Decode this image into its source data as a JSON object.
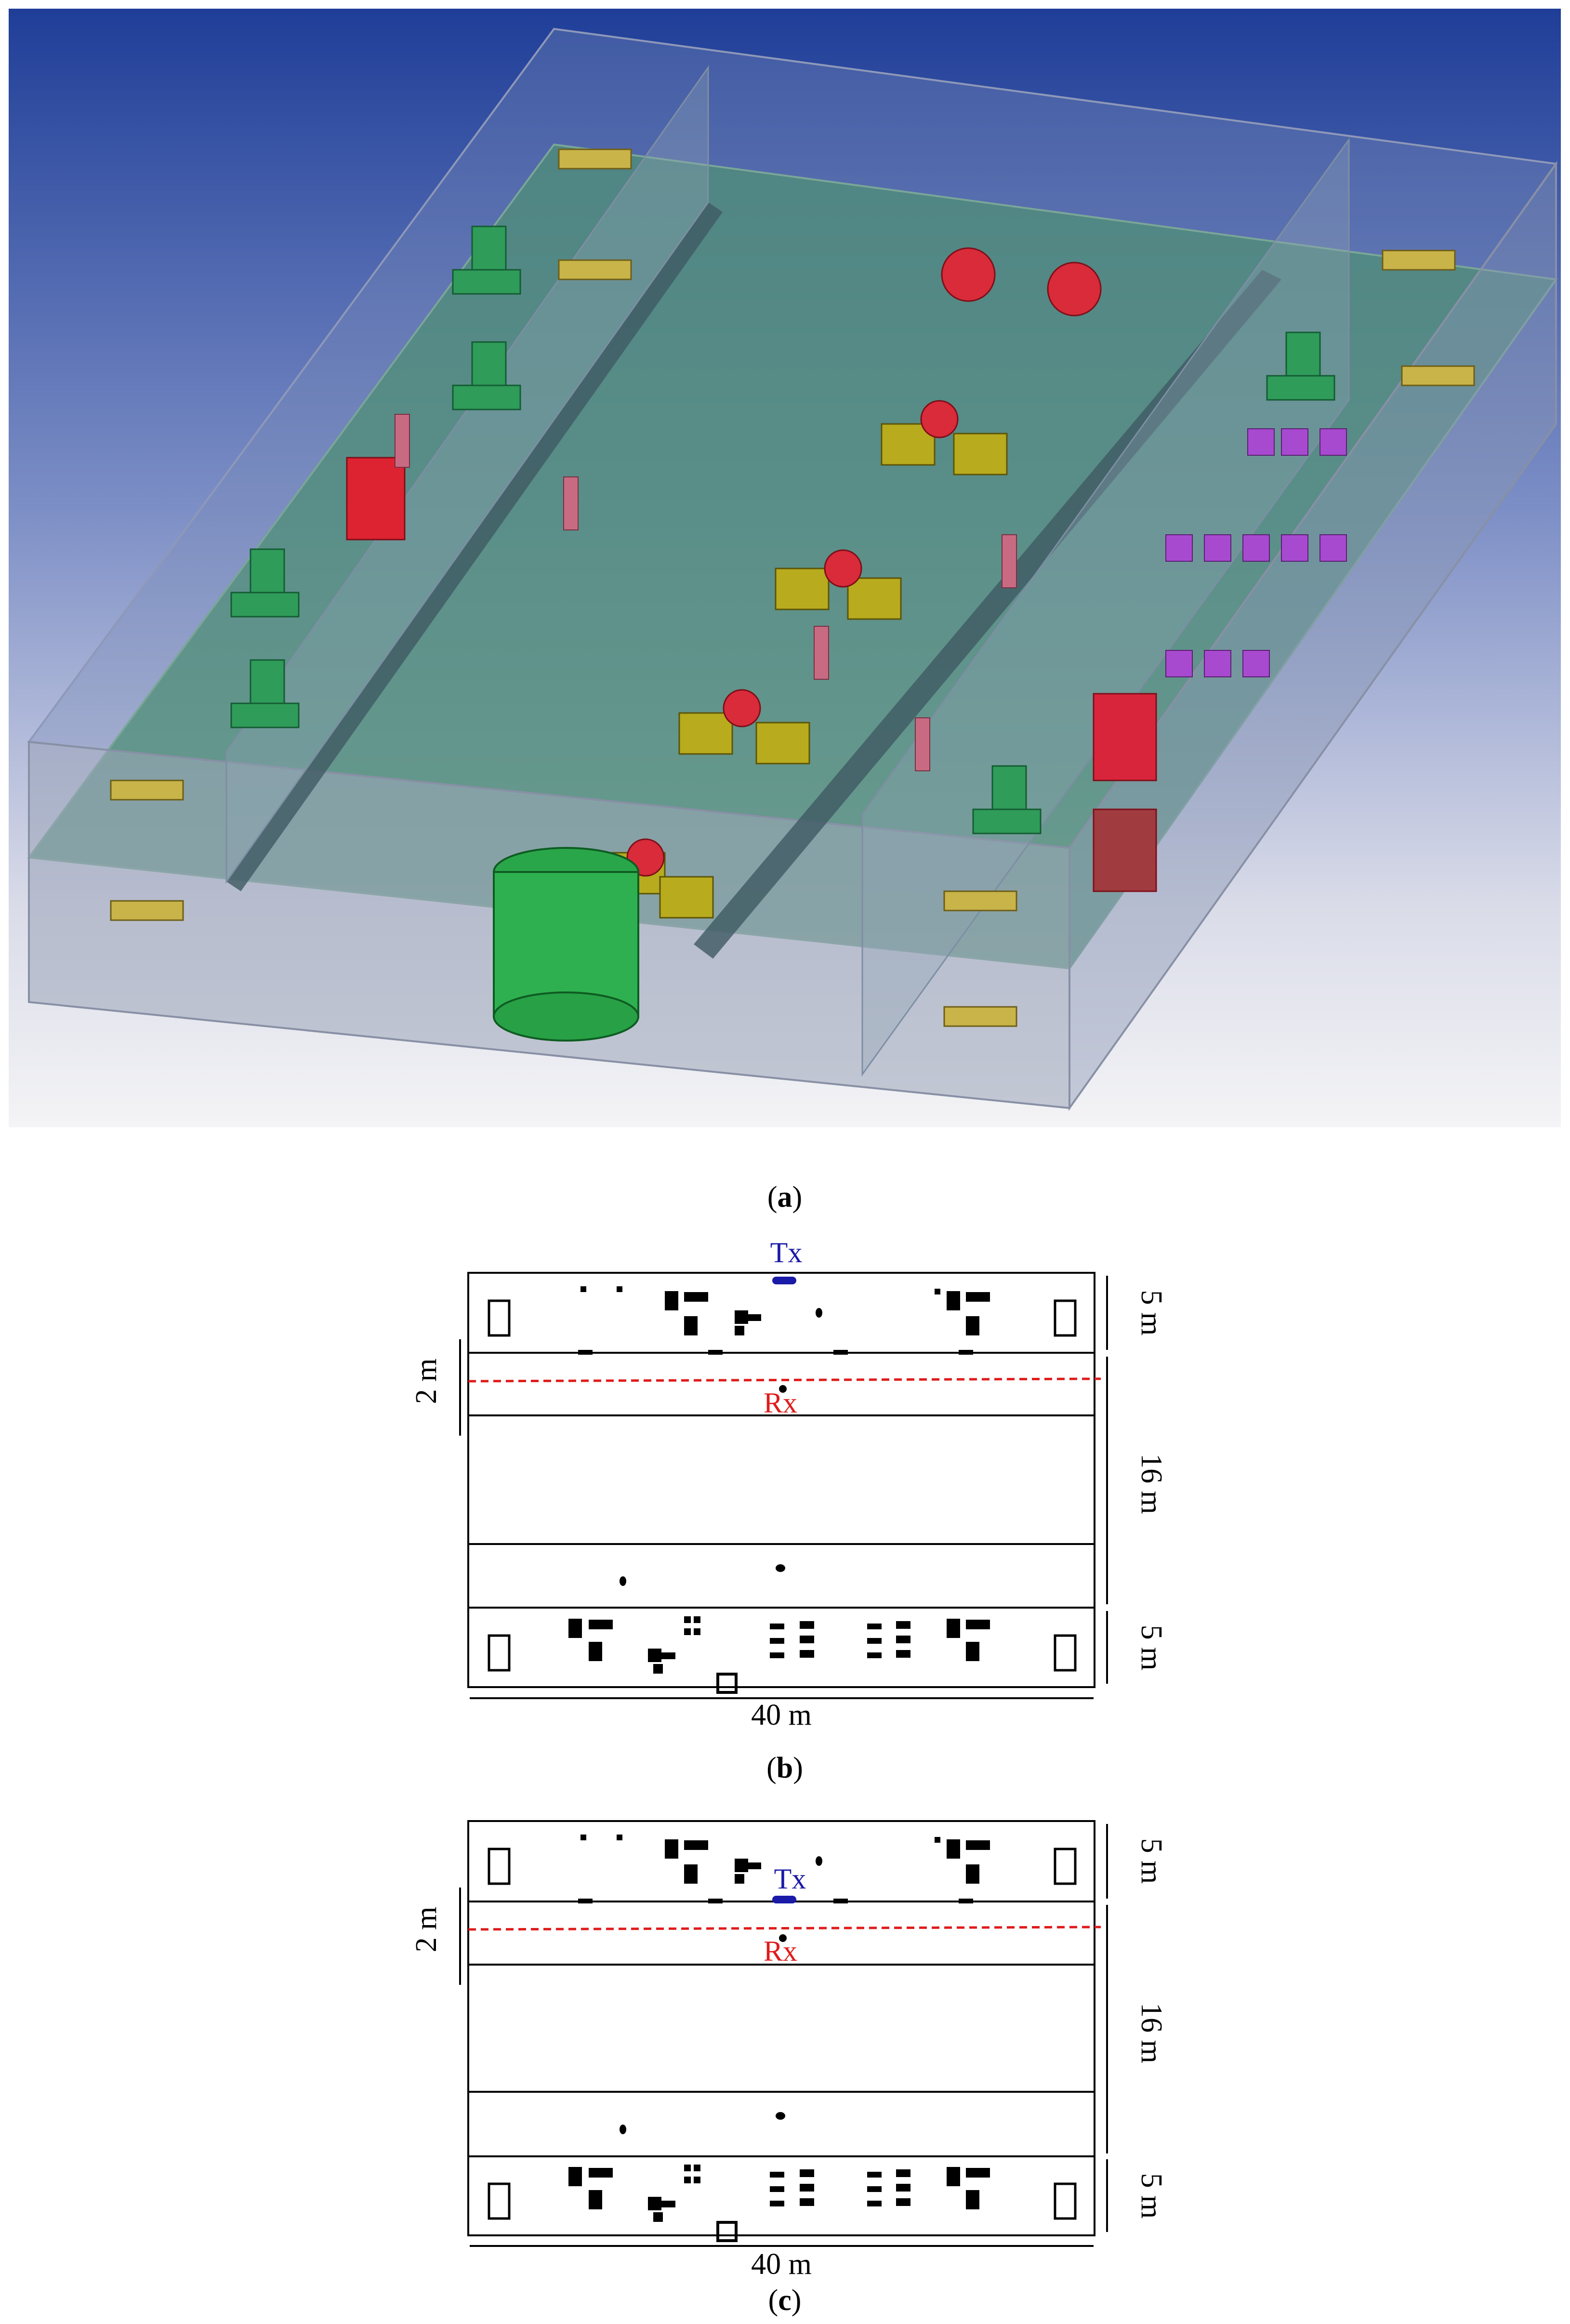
{
  "panels": [
    {
      "id": "a",
      "caption_open": "(",
      "caption_letter": "a",
      "caption_close": ")"
    },
    {
      "id": "b",
      "caption_open": "(",
      "caption_letter": "b",
      "caption_close": ")",
      "tx_label": "Tx",
      "rx_label": "Rx",
      "dim_top": "5 m",
      "dim_mid": "16 m",
      "dim_bottom": "5 m",
      "dim_gap": "2 m",
      "dim_width": "40 m"
    },
    {
      "id": "c",
      "caption_open": "(",
      "caption_letter": "c",
      "caption_close": ")",
      "tx_label": "Tx",
      "rx_label": "Rx",
      "dim_top": "5 m",
      "dim_mid": "16 m",
      "dim_bottom": "5 m",
      "dim_gap": "2 m",
      "dim_width": "40 m"
    }
  ],
  "colors": {
    "tx": "#1a1aa8",
    "rx": "#e01b1b",
    "rx_line": "#e01b1b",
    "sky_top": "#1f3f9a",
    "sky_bottom": "#f2f2f4",
    "floor": "#5a8f78"
  },
  "icons": [
    "table-icon",
    "chair-icon",
    "person-icon",
    "plant-icon",
    "sofa-icon",
    "revolving-door-icon",
    "shelf-icon",
    "bookcase-icon"
  ]
}
